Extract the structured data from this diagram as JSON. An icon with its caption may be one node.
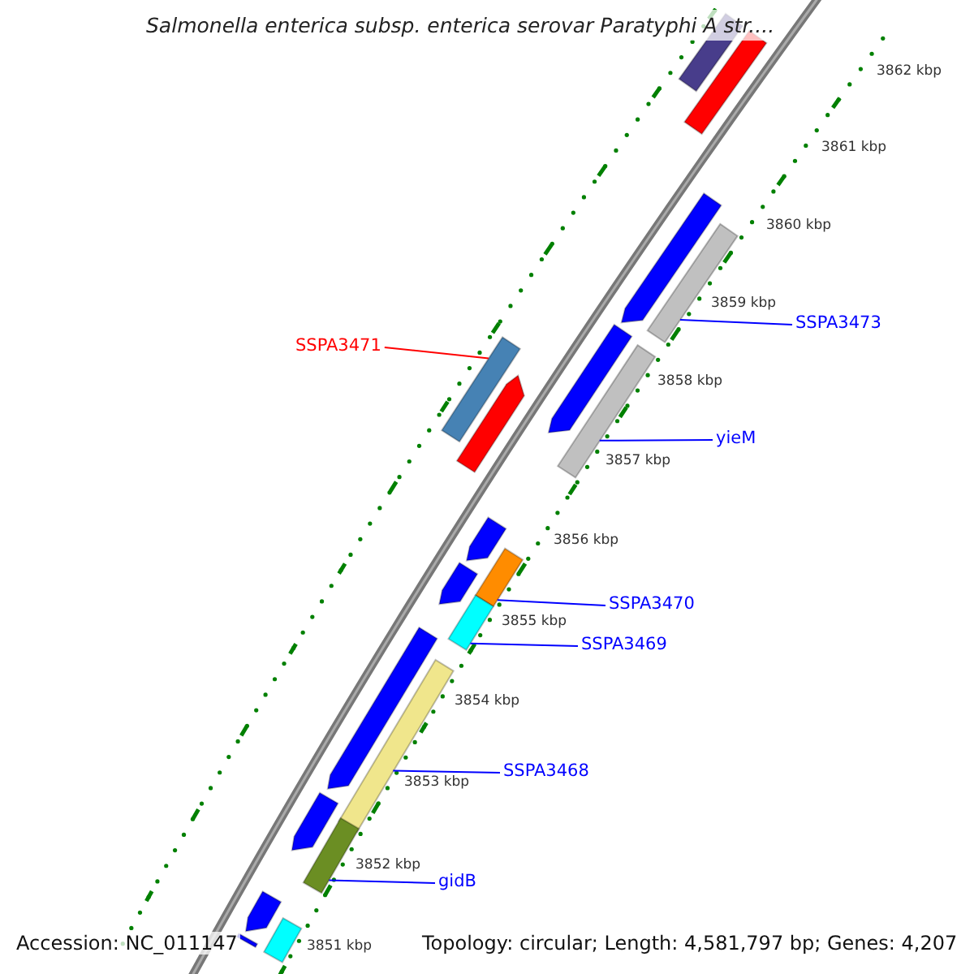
{
  "diagram": {
    "title": "Salmonella enterica subsp. enterica serovar Paratyphi A str....",
    "nodes": [
      {
        "text": [
          "SSPA3473"
        ]
      },
      {
        "text": [
          "SSPA3471"
        ]
      },
      {
        "text": [
          "yieM"
        ]
      },
      {
        "text": [
          "SSPA3470"
        ]
      },
      {
        "text": [
          "SSPA3469"
        ]
      },
      {
        "text": [
          "SSPA3468"
        ]
      },
      {
        "text": [
          "gidB"
        ]
      },
      {
        "text": [],
        "shape": "bar"
      },
      {
        "text": [],
        "shape": "bar"
      },
      {
        "text": [],
        "shape": "bar"
      },
      {
        "text": [],
        "shape": "bar"
      },
      {
        "text": [],
        "shape": "bar"
      },
      {
        "text": [],
        "shape": "bar"
      },
      {
        "text": [],
        "shape": "bar"
      },
      {
        "text": [],
        "shape": "bar"
      },
      {
        "text": [],
        "shape": "bar"
      },
      {
        "text": [],
        "shape": "bar"
      },
      {
        "text": [],
        "shape": "bar"
      },
      {
        "text": [],
        "shape": "bar"
      },
      {
        "text": [],
        "shape": "bar"
      },
      {
        "text": [],
        "shape": "bar"
      },
      {
        "text": [],
        "shape": "bar"
      },
      {
        "text": [],
        "shape": "bar"
      },
      {
        "text": [],
        "shape": "bar"
      },
      {
        "text": [],
        "shape": "bar"
      },
      {
        "text": [],
        "shape": "bar"
      }
    ],
    "edges": [
      {
        "from": 0,
        "to": 7,
        "arrow": "none"
      },
      {
        "from": 1,
        "to": 9,
        "arrow": "none",
        "color": "#ff0000"
      },
      {
        "from": 2,
        "to": 8,
        "arrow": "none"
      },
      {
        "from": 3,
        "to": 10,
        "arrow": "none"
      },
      {
        "from": 4,
        "to": 11,
        "arrow": "none"
      },
      {
        "from": 5,
        "to": 12,
        "arrow": "none"
      },
      {
        "from": 6,
        "to": 13,
        "arrow": "none"
      }
    ],
    "labels": [
      "3862 kbp",
      "3861 kbp",
      "3860 kbp",
      "3859 kbp",
      "3858 kbp",
      "3857 kbp",
      "3856 kbp",
      "3855 kbp",
      "3854 kbp",
      "3853 kbp",
      "3852 kbp",
      "3851 kbp",
      "Accession: NC_011147",
      "Topology: circular; Length: 4,581,797 bp; Genes: 4,207"
    ]
  }
}
